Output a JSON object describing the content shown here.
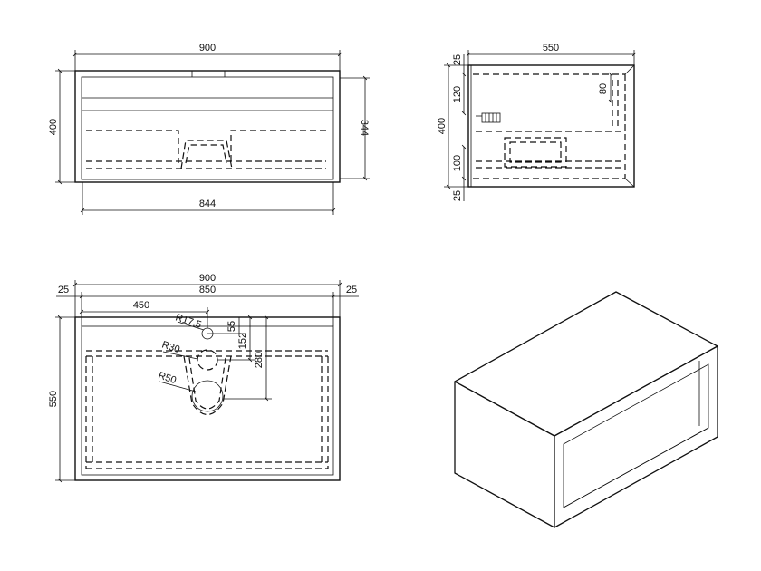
{
  "front_view": {
    "width": "900",
    "height": "400",
    "inner_height": "344",
    "inner_width": "844"
  },
  "side_view": {
    "depth": "550",
    "height": "400",
    "top_thickness": "25",
    "bottom_thickness": "25",
    "upper_offset": "120",
    "lower_offset": "100",
    "back_offset": "80"
  },
  "top_view": {
    "width": "900",
    "inner_width": "850",
    "left_margin": "25",
    "right_margin": "25",
    "center_offset": "450",
    "depth": "550",
    "tap_radius": "R17.5",
    "tap_offset": "55",
    "upper_cutout_radius": "R30",
    "upper_cutout_offset": "152",
    "lower_cutout_radius": "R50",
    "lower_cutout_offset": "280"
  }
}
